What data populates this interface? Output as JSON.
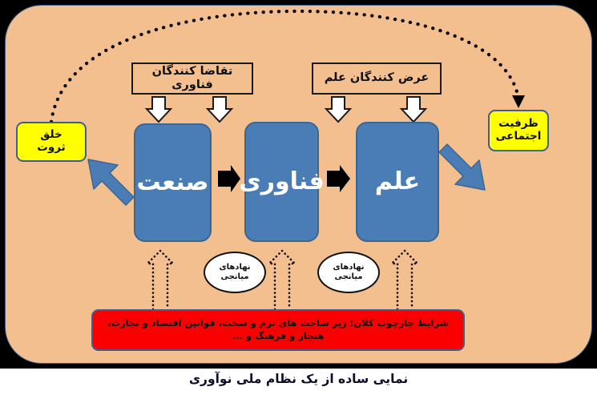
{
  "figure": {
    "caption": "نمایی ساده از یک نظام ملی نوآوری",
    "background_color": "#f4bf8f",
    "frame_color": "#000000"
  },
  "top_boxes": [
    {
      "id": "demand",
      "label": "تقاضا کنندگان فناوری",
      "fill": "#f4bf8f",
      "stroke": "#1a1a1a"
    },
    {
      "id": "supply",
      "label": "عرض کنندگان علم",
      "fill": "#f4bf8f",
      "stroke": "#1a1a1a"
    }
  ],
  "yellow_boxes": [
    {
      "id": "wealth",
      "label": "خلق\nثروت",
      "fill": "#ffff00",
      "stroke": "#3d5f8a"
    },
    {
      "id": "capacity",
      "label": "ظرفیت\nاجتماعی",
      "fill": "#ffff00",
      "stroke": "#3d5f8a"
    }
  ],
  "core_boxes": [
    {
      "id": "industry",
      "label": "صنعت",
      "fill": "#4a7db5",
      "text_color": "#ffffff"
    },
    {
      "id": "technology",
      "label": "فناوری",
      "fill": "#4a7db5",
      "text_color": "#ffffff"
    },
    {
      "id": "science",
      "label": "علم",
      "fill": "#4a7db5",
      "text_color": "#ffffff"
    }
  ],
  "intermediary_nodes": [
    {
      "id": "left",
      "label": "نهادهای\nمیانجی",
      "fill": "#ffffff",
      "stroke": "#111111"
    },
    {
      "id": "right",
      "label": "نهادهای\nمیانجی",
      "fill": "#ffffff",
      "stroke": "#111111"
    }
  ],
  "framework_bar": {
    "label": "شرایط چارچوب کلان: زیر ساخت های نرم و سخت، قوانین اقتصاد و تجارت، هنجار و فرهنگ و ...",
    "fill": "#fb0000",
    "stroke": "#3d5f8a"
  },
  "connectors": {
    "white_down_arrows": {
      "count": 4,
      "fill": "#ffffff",
      "stroke": "#1a1a1a",
      "name": "input-flow-arrow"
    },
    "black_left_arrows": {
      "count": 2,
      "fill": "#000000",
      "name": "value-chain-arrow"
    },
    "blue_arrows": [
      {
        "id": "industry-to-wealth",
        "fill": "#4a7db5",
        "direction": "up-left"
      },
      {
        "id": "capacity-to-science",
        "fill": "#4a7db5",
        "direction": "down-left"
      }
    ],
    "dotted_curve": {
      "id": "wealth-to-capacity",
      "color": "#000000",
      "style": "dotted",
      "name": "feedback-loop"
    },
    "dotted_up_arrows": {
      "count": 3,
      "color": "#111111",
      "style": "dotted",
      "name": "framework-support-arrow"
    }
  }
}
